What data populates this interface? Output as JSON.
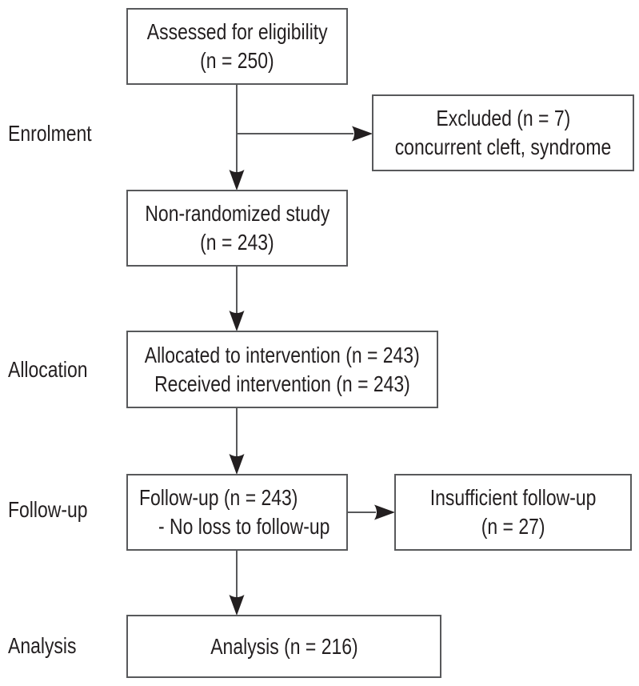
{
  "diagram": {
    "stage_labels": [
      {
        "id": "enrolment",
        "text": "Enrolment"
      },
      {
        "id": "allocation",
        "text": "Allocation"
      },
      {
        "id": "follow_up",
        "text": "Follow-up"
      },
      {
        "id": "analysis",
        "text": "Analysis"
      }
    ],
    "boxes": {
      "assessed": {
        "line1": "Assessed for eligibility",
        "line2": "(n = 250)"
      },
      "excluded": {
        "line1": "Excluded (n = 7)",
        "line2": "concurrent cleft, syndrome"
      },
      "non_randomized": {
        "line1": "Non-randomized study",
        "line2": "(n = 243)"
      },
      "allocated": {
        "line1": "Allocated to intervention (n = 243)",
        "line2": "Received intervention (n = 243)"
      },
      "follow_up": {
        "line1": "Follow-up (n = 243)",
        "line2": "- No loss to follow-up"
      },
      "insufficient": {
        "line1": "Insufficient follow-up",
        "line2": "(n = 27)"
      },
      "analysis": {
        "line1": "Analysis (n = 216)"
      }
    },
    "counts": {
      "assessed": 250,
      "excluded": 7,
      "non_randomized": 243,
      "allocated": 243,
      "received": 243,
      "follow_up": 243,
      "insufficient_follow_up": 27,
      "analysis": 216
    },
    "colors": {
      "line": "#58595b",
      "border": "#58595b",
      "arrow": "#231f20",
      "text": "#231f20",
      "background": "#ffffff"
    }
  }
}
